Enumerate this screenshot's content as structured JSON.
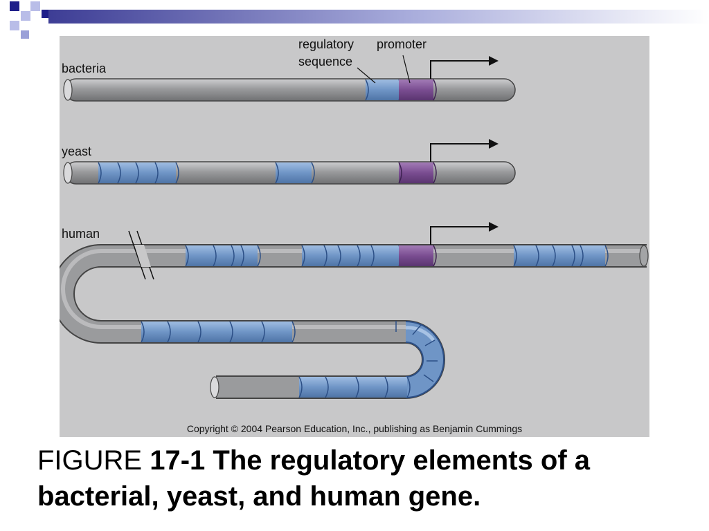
{
  "figure": {
    "labels": {
      "bacteria": "bacteria",
      "yeast": "yeast",
      "human": "human",
      "regulatory_sequence_line1": "regulatory",
      "regulatory_sequence_line2": "sequence",
      "promoter": "promoter"
    },
    "copyright": "Copyright © 2004 Pearson Education, Inc., publishing as Benjamin Cummings",
    "colors": {
      "background": "#c8c8c9",
      "dna_gray": "#9a9b9d",
      "regulatory_blue": "#6f95c6",
      "promoter_purple": "#7a4d91",
      "slide_deco_blue": "#1f1f8a"
    }
  },
  "caption": {
    "prefix": "FIGURE ",
    "number": "17-1",
    "title": " The regulatory elements of a bacterial, yeast, and human gene."
  }
}
